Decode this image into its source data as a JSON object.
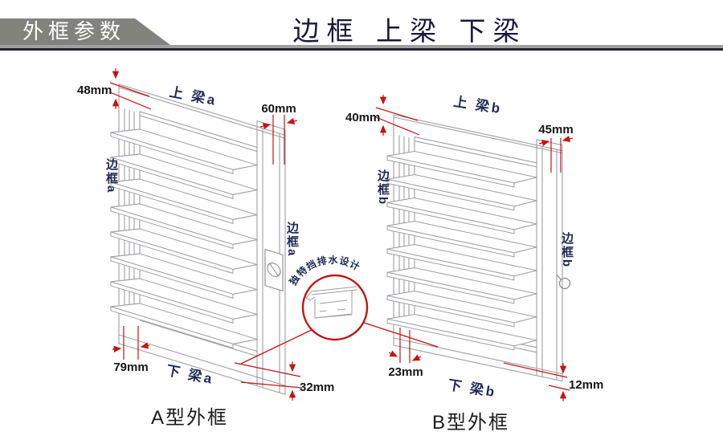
{
  "header": {
    "badge": "外框参数",
    "title": "边框 上梁 下梁"
  },
  "callout": {
    "label": "独特挡排水设计"
  },
  "frame_a": {
    "caption": "A型外框",
    "top_beam": "上 梁a",
    "bottom_beam": "下 梁a",
    "side_left": "边框a",
    "side_right": "边框a",
    "dim_top_left": "48mm",
    "dim_top_right": "60mm",
    "dim_bottom_left": "79mm",
    "dim_bottom_right": "32mm"
  },
  "frame_b": {
    "caption": "B型外框",
    "top_beam": "上 梁b",
    "bottom_beam": "下 梁b",
    "side_left": "边框b",
    "side_right": "边框b",
    "dim_top_left": "40mm",
    "dim_top_right": "45mm",
    "dim_bottom_left": "23mm",
    "dim_bottom_right": "12mm"
  },
  "colors": {
    "accent_red": "#c41414",
    "line_gray": "#9e9ea4",
    "label_navy": "#1f2a55",
    "badge_gray": "#83837d",
    "divider_dark": "#23232e"
  }
}
